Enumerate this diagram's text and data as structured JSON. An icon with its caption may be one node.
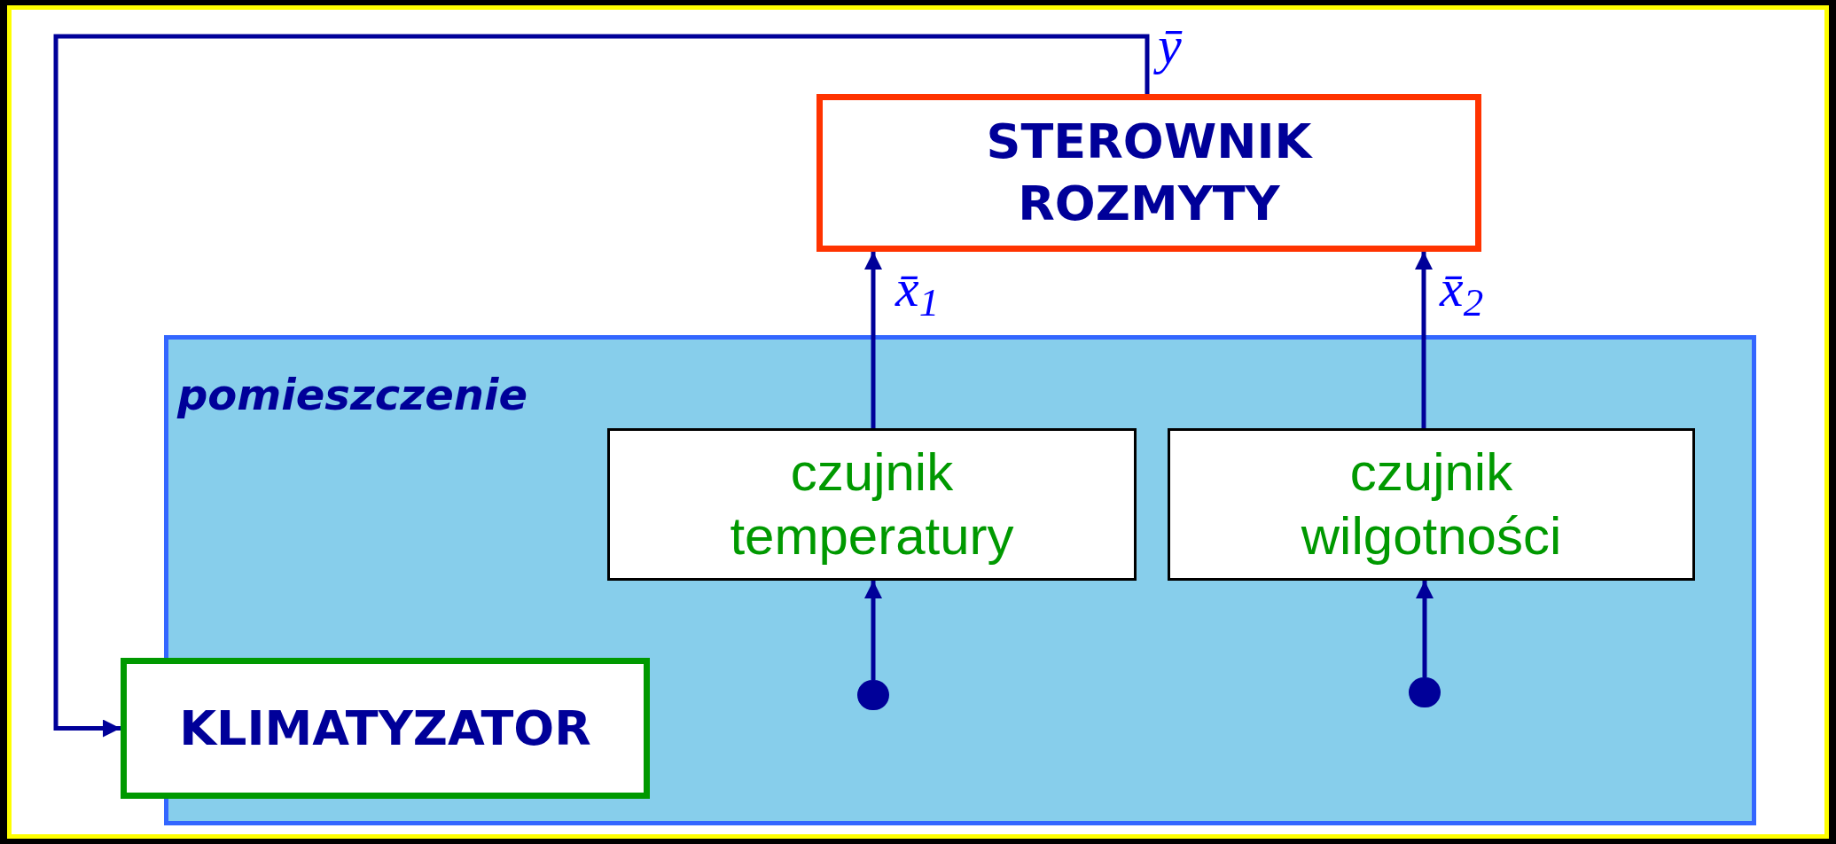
{
  "diagram": {
    "nodes": [
      {
        "text": [
          "STEROWNIK ROZMYTY"
        ]
      },
      {
        "text": [
          "pomieszczenie"
        ]
      },
      {
        "text": [
          "czujnik temperatury"
        ],
        "in": 1
      },
      {
        "text": [
          "czujnik wilgotności"
        ],
        "in": 1
      },
      {
        "text": [
          "KLIMATYZATOR"
        ]
      },
      {
        "text": [],
        "shape": "circle",
        "in": 1
      },
      {
        "text": [],
        "shape": "circle",
        "in": 1
      }
    ],
    "edges": [
      {
        "from": 0,
        "to": 4,
        "arrow": "to",
        "label": "ȳ"
      },
      {
        "from": 2,
        "to": 0,
        "arrow": "to",
        "label": "x̄$_{1}$"
      },
      {
        "from": 3,
        "to": 0,
        "arrow": "to",
        "label": "x̄$_{2}$"
      },
      {
        "from": 5,
        "to": 2,
        "arrow": "to"
      },
      {
        "from": 6,
        "to": 3,
        "arrow": "to"
      }
    ]
  }
}
